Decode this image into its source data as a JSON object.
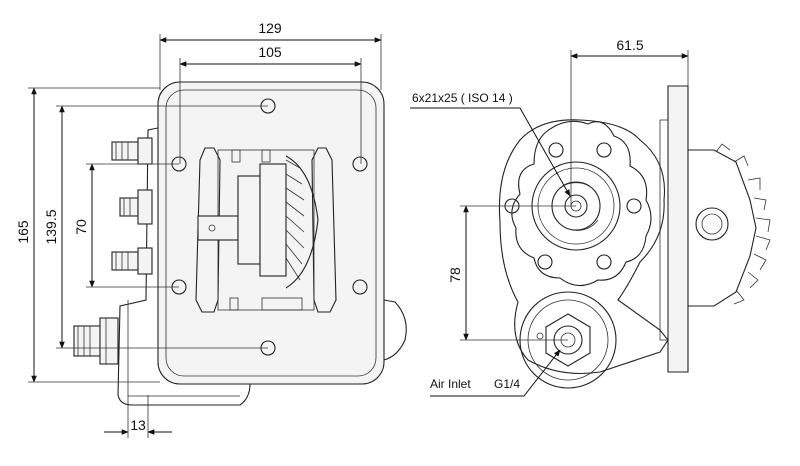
{
  "dimensions": {
    "width_overall": "129",
    "width_holes": "105",
    "height_overall": "165",
    "height_holes": "139.5",
    "height_inner": "70",
    "offset_bottom": "13",
    "depth_side": "61.5",
    "spacing_vertical": "78"
  },
  "annotations": {
    "shaft_spec": "6x21x25 ( ISO 14 )",
    "air_inlet_label": "Air Inlet",
    "air_inlet_thread": "G1/4"
  },
  "colors": {
    "line": "#222222",
    "background": "#ffffff"
  }
}
